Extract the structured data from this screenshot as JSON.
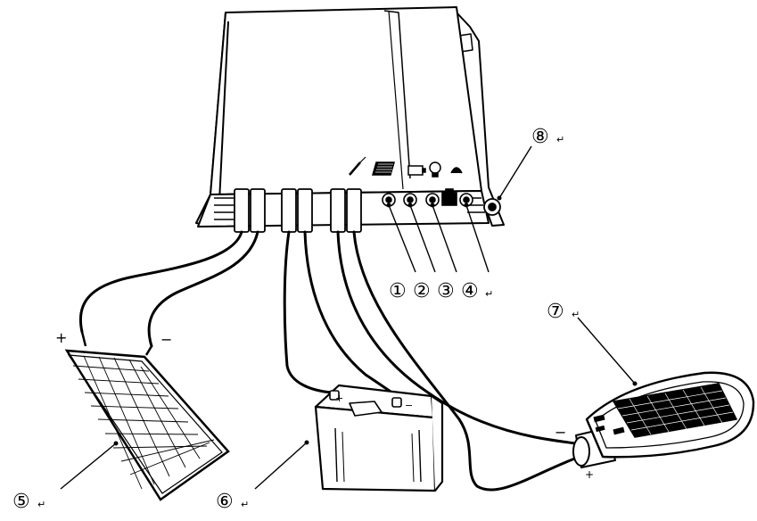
{
  "callouts": {
    "c1": "①",
    "c2": "②",
    "c3": "③",
    "c4": "④",
    "c5": "⑤",
    "c6": "⑥",
    "c7": "⑦",
    "c8": "⑧"
  },
  "return_mark": "↵",
  "polarity": {
    "panel_plus": "+",
    "panel_minus": "−",
    "battery_plus": "+",
    "battery_minus": "−",
    "lamp_minus": "−",
    "lamp_plus": "+"
  },
  "colors": {
    "ink": "#000000",
    "paper": "#ffffff"
  },
  "icons": [
    "screwdriver-icon",
    "grille-icon",
    "battery-icon",
    "bulb-icon",
    "lamp-icon",
    "network-port-icon"
  ]
}
